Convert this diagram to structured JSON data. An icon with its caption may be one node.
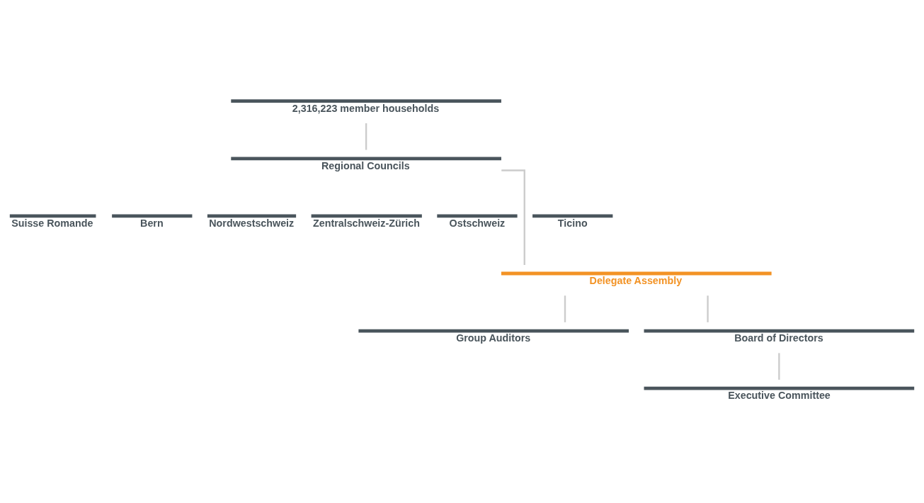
{
  "diagram": {
    "nodes": [
      {
        "text": [
          "2,316,223 member households"
        ]
      },
      {
        "text": [
          "Regional Councils"
        ]
      },
      {
        "text": [
          "Suisse Romande"
        ]
      },
      {
        "text": [
          "Bern"
        ]
      },
      {
        "text": [
          "Nordwestschweiz"
        ]
      },
      {
        "text": [
          "Zentralschweiz-Zürich"
        ]
      },
      {
        "text": [
          "Ostschweiz"
        ]
      },
      {
        "text": [
          "Ticino"
        ]
      },
      {
        "text": [
          "Delegate Assembly"
        ]
      },
      {
        "text": [
          "Group Auditors"
        ]
      },
      {
        "text": [
          "Board of Directors"
        ]
      },
      {
        "text": [
          "Executive Committee"
        ]
      }
    ],
    "edges": [
      {
        "from": 0,
        "to": 1,
        "arrow": "none"
      },
      {
        "from": 1,
        "to": 8,
        "arrow": "none"
      },
      {
        "from": 8,
        "to": 9,
        "arrow": "none"
      },
      {
        "from": 8,
        "to": 10,
        "arrow": "none"
      },
      {
        "from": 10,
        "to": 11,
        "arrow": "none"
      }
    ]
  }
}
